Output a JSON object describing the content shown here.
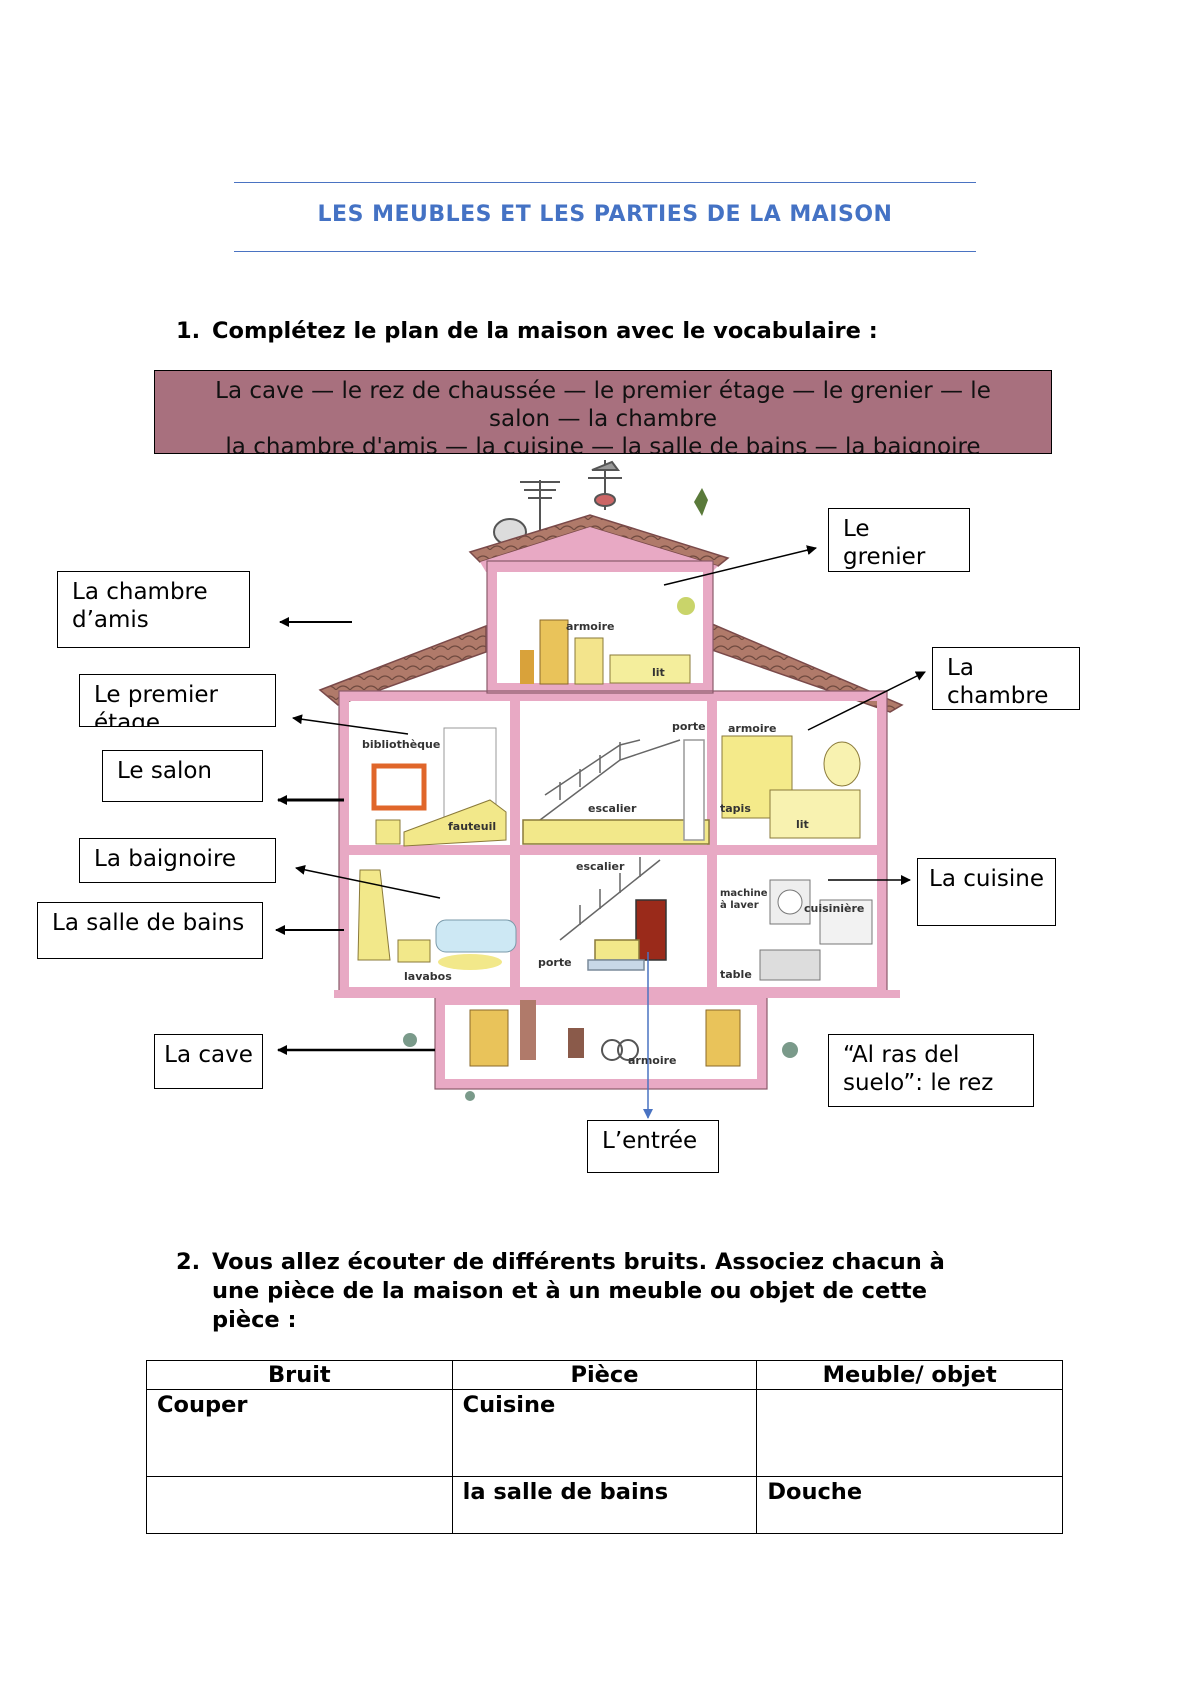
{
  "title": "LES MEUBLES ET LES PARTIES DE LA MAISON",
  "question1": {
    "number": "1.",
    "text": "Complétez le plan de la maison avec le vocabulaire :"
  },
  "vocabulary": {
    "line1": "La cave — le rez de chaussée — le premier étage — le grenier — le",
    "line2": "salon — la chambre",
    "line3": "la chambre d'amis — la cuisine — la salle de bains — la baignoire"
  },
  "labels": {
    "grenier": "Le grenier",
    "chambre_amis": "La chambre d’amis",
    "premier_etage": "Le premier étage",
    "salon": "Le salon",
    "baignoire": "La baignoire",
    "salle_bains": "La salle de bains",
    "cave": "La cave",
    "chambre": "La chambre",
    "cuisine": "La cuisine",
    "rez": "“Al ras del suelo”: le rez",
    "entree": "L’entrée"
  },
  "illustration": {
    "armoire_top": "armoire",
    "lit_top": "lit",
    "bibliotheque": "bibliothèque",
    "porte_mid": "porte",
    "armoire_right": "armoire",
    "tapis": "tapis",
    "lit_right": "lit",
    "fauteuil": "fauteuil",
    "escalier_mid": "escalier",
    "escalier_low": "escalier",
    "machine": "machine",
    "a_laver": "à laver",
    "cuisiniere": "cuisinière",
    "porte_low": "porte",
    "table": "table",
    "lavabos": "lavabos",
    "armoire_cave": "armoire"
  },
  "question2": {
    "number": "2.",
    "line1": "Vous allez écouter de différents bruits. Associez chacun à",
    "line2": "une pièce de la maison et à un meuble ou objet de cette",
    "line3": "pièce :"
  },
  "table": {
    "headers": [
      "Bruit",
      "Pièce",
      "Meuble/ objet"
    ],
    "rows": [
      [
        "Couper",
        "Cuisine",
        ""
      ],
      [
        "",
        "la salle de bains",
        "Douche"
      ]
    ]
  },
  "colors": {
    "title": "#4472c4",
    "vocab_box": "#a8707e",
    "house_frame": "#e8a9c4"
  }
}
